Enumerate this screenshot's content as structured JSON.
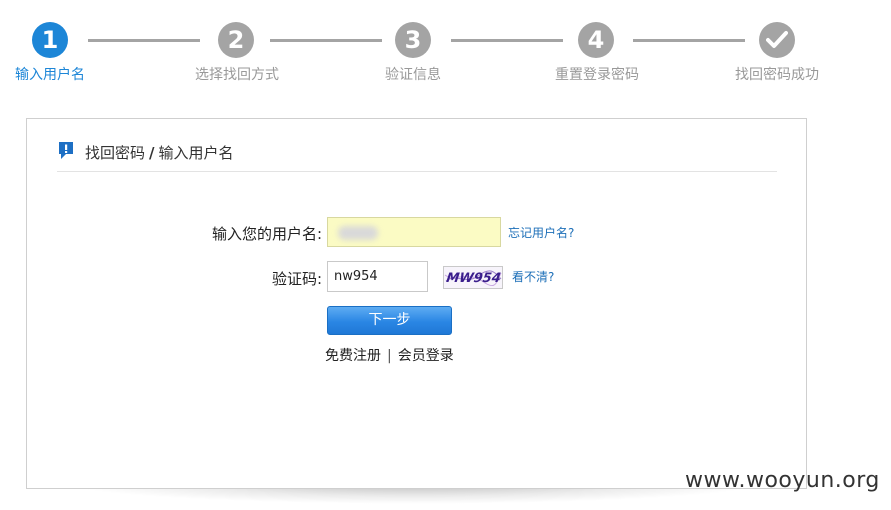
{
  "steps": [
    {
      "number": "1",
      "label": "输入用户名",
      "state": "active"
    },
    {
      "number": "2",
      "label": "选择找回方式",
      "state": "pending"
    },
    {
      "number": "3",
      "label": "验证信息",
      "state": "pending"
    },
    {
      "number": "4",
      "label": "重置登录密码",
      "state": "pending"
    },
    {
      "number": "",
      "label": "找回密码成功",
      "state": "pending",
      "icon": "check-icon"
    }
  ],
  "panel": {
    "breadcrumb_parent": "找回密码",
    "breadcrumb_separator": "/",
    "breadcrumb_current": "输入用户名",
    "header_icon": "alert-icon"
  },
  "form": {
    "username_label": "输入您的用户名:",
    "username_value": "",
    "forgot_username_link": "忘记用户名?",
    "captcha_label": "验证码:",
    "captcha_value": "nw954",
    "captcha_image_text": "MW954",
    "refresh_captcha_link": "看不清?",
    "next_button": "下一步"
  },
  "links": {
    "register": "免费注册",
    "divider": "|",
    "login": "会员登录"
  },
  "watermark": "www.wooyun.org",
  "colors": {
    "accent": "#1d86d7",
    "inactive": "#a4a4a4",
    "input_highlight": "#fbfbc4",
    "link": "#1d6fb8"
  }
}
